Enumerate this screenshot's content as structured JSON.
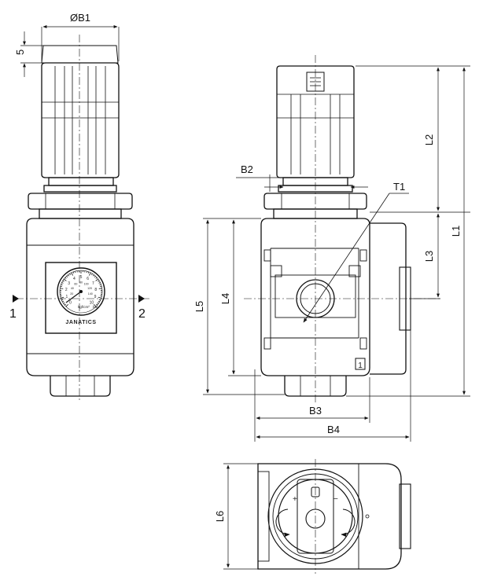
{
  "dimensions": {
    "ob1": "ØB1",
    "five": "5",
    "b2": "B2",
    "t1": "T1",
    "l1": "L1",
    "l2": "L2",
    "l3": "L3",
    "l4": "L4",
    "l5": "L5",
    "l6": "L6",
    "b3": "B3",
    "b4": "B4"
  },
  "ports": {
    "inlet": "1",
    "outlet": "2",
    "port_marker": "1"
  },
  "gauge": {
    "brand": "JANATICS",
    "scale": [
      "0",
      "1",
      "2",
      "3",
      "4",
      "5",
      "6",
      "7",
      "8",
      "9",
      "10"
    ],
    "psi_scale": [
      "20",
      "40",
      "60",
      "80",
      "100",
      "120",
      "140"
    ],
    "unit_bar": "bar",
    "unit_kgf": "kgf/cm²"
  },
  "knob_symbols": {
    "plus": "+",
    "minus": "−"
  }
}
